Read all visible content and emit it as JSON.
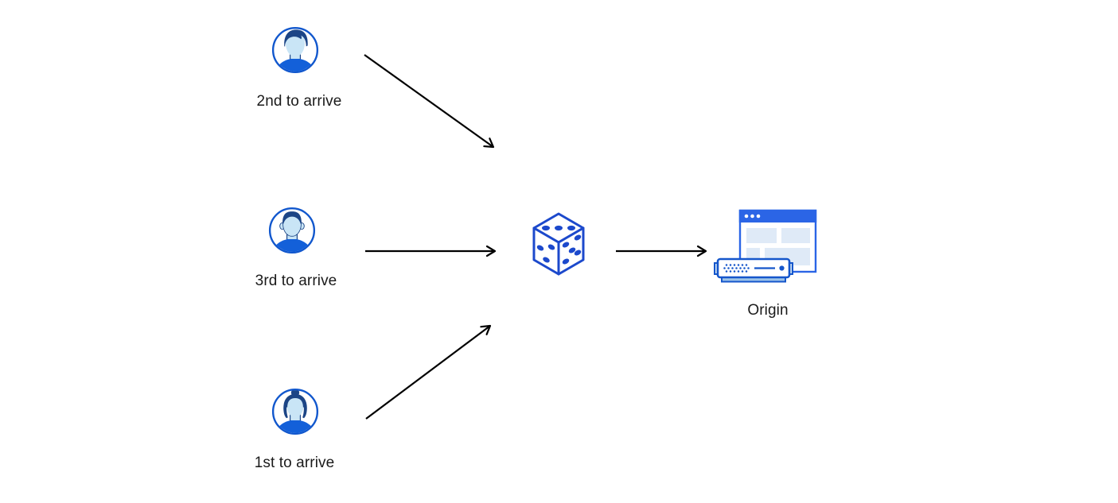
{
  "diagram_title": "random-steering-to-origin",
  "clients": [
    {
      "label": "2nd to arrive",
      "icon": "user-avatar-male-swoop-icon"
    },
    {
      "label": "3rd to arrive",
      "icon": "user-avatar-male-flattop-icon"
    },
    {
      "label": "1st to arrive",
      "icon": "user-avatar-female-bun-icon"
    }
  ],
  "router": {
    "icon": "dice-icon"
  },
  "destination": {
    "label": "Origin",
    "icon": "origin-server-browser-icon"
  },
  "arrows": [
    {
      "from": "client-2nd-to-arrive",
      "to": "dice"
    },
    {
      "from": "client-3rd-to-arrive",
      "to": "dice"
    },
    {
      "from": "client-1st-to-arrive",
      "to": "dice"
    },
    {
      "from": "dice",
      "to": "origin"
    }
  ],
  "colors": {
    "background": "#ffffff",
    "arrow": "#000000",
    "text": "#1a1a1a",
    "avatar_ring_blue": "#1157cd",
    "shirt_blue": "#1360d9",
    "face_light_blue": "#c9e5f6",
    "hair_navy": "#1c4586",
    "dice_blue": "#1c49cc",
    "window_blue": "#2b65e6",
    "window_block_light": "#dfeaf7",
    "server_stroke_blue": "#1556cb",
    "server_tab_fill": "#cfe3f5",
    "server_base_fill": "#9cc3e8"
  }
}
